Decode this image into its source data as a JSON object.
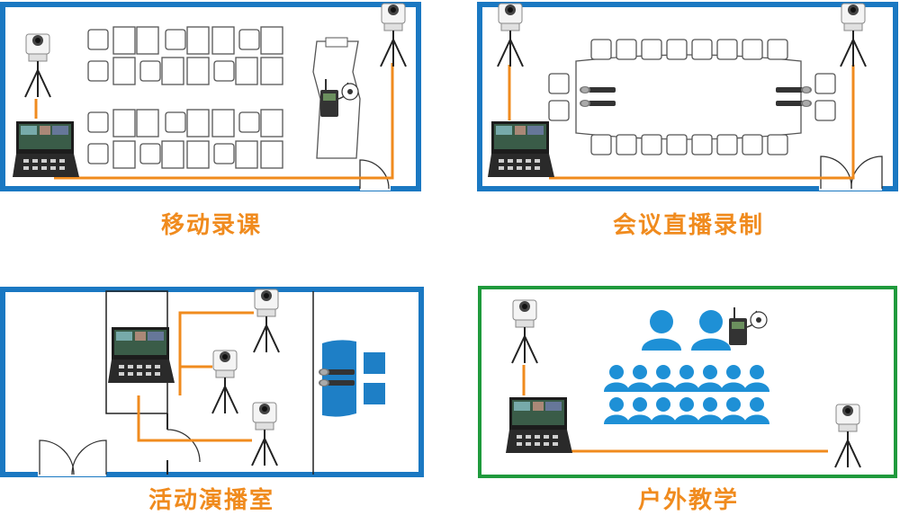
{
  "captions": {
    "mobile_recording": "移动录课",
    "meeting_live": "会议直播录制",
    "studio": "活动演播室",
    "outdoor_teaching": "户外教学"
  },
  "colors": {
    "wall_blue": "#1a78c2",
    "wall_green": "#1f9a3c",
    "cable_orange": "#f08b1e",
    "people_blue": "#1e90d6",
    "furniture_gray": "#555555"
  }
}
